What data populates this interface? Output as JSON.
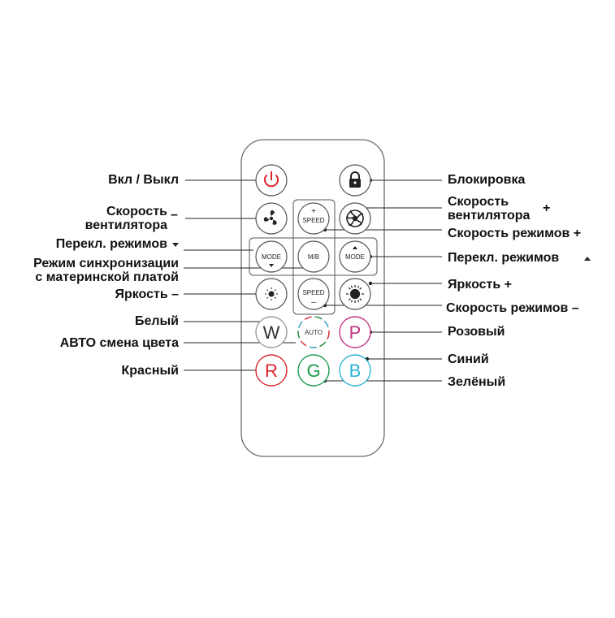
{
  "labels": {
    "power": "Вкл / Выкл",
    "fan_speed_minus": "Скорость\nвентилятора",
    "fan_speed_minus_sign": "–",
    "mode_down": "Перекл. режимов",
    "sync_mode": "Режим синхронизации\nс материнской платой",
    "brightness_minus": "Яркость –",
    "white": "Белый",
    "auto": "АВТО смена цвета",
    "red": "Красный",
    "lock": "Блокировка",
    "fan_speed_plus": "Скорость\nвентилятора",
    "fan_speed_plus_sign": "+",
    "speed_plus": "Скорость режимов +",
    "mode_up": "Перекл. режимов",
    "brightness_plus": "Яркость +",
    "speed_minus": "Скорость режимов –",
    "pink": "Розовый",
    "blue": "Синий",
    "green": "Зелёный"
  },
  "buttons": {
    "speed_plus_sign": "+",
    "speed": "SPEED",
    "speed_minus_sign": "–",
    "mode": "MODE",
    "mb": "M/B",
    "auto": "AUTO",
    "w": "W",
    "p": "P",
    "r": "R",
    "g": "G",
    "b": "B"
  },
  "colors": {
    "red": "#d9232d",
    "green": "#1a9a4a",
    "blue": "#2bb3d4",
    "pink": "#c2347f",
    "gray": "#9b9b9b",
    "dark": "#222222"
  },
  "icons": [
    "power-icon",
    "lock-icon",
    "fan-icon",
    "fan-fast-icon",
    "sun-small-icon",
    "sun-large-icon"
  ]
}
